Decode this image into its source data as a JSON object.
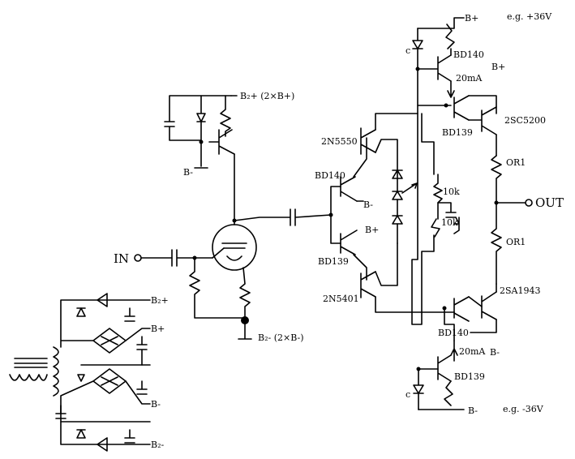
{
  "labels": {
    "b_plus_top": "B+",
    "eg_plus": "e.g. +36V",
    "bd140_top": "BD140",
    "i_20ma_top": "20mA",
    "b_plus_right": "B+",
    "bd139_top": "BD139",
    "q_2sc5200": "2SC5200",
    "or1_top": "OR1",
    "out": "OUT",
    "or1_bot": "OR1",
    "q_2sa1943": "2SA1943",
    "bd140_bot": "BD140",
    "i_20ma_bot": "20mA",
    "b_minus_mid": "B-",
    "bd139_bot": "BD139",
    "b_minus_bot": "B-",
    "eg_minus": "e.g. -36V",
    "b2_plus": "B₂+  (2×B+)",
    "b_minus_vmid": "B-",
    "in": "IN",
    "b2_minus": "B₂-  (2×B-)",
    "q_2n5550": "2N5550",
    "bd140_pre": "BD140",
    "b_minus_pre": "B-",
    "b_plus_pre": "B+",
    "bd139_pre": "BD139",
    "q_2n5401": "2N5401",
    "r_10k_a": "10k",
    "r_10k_b": "10k",
    "ps_b2_plus": "B₂+",
    "ps_b_plus": "B+",
    "ps_b_minus": "B-",
    "ps_b2_minus": "B₂-",
    "c_mark_top": "c",
    "c_mark_bot": "c"
  }
}
